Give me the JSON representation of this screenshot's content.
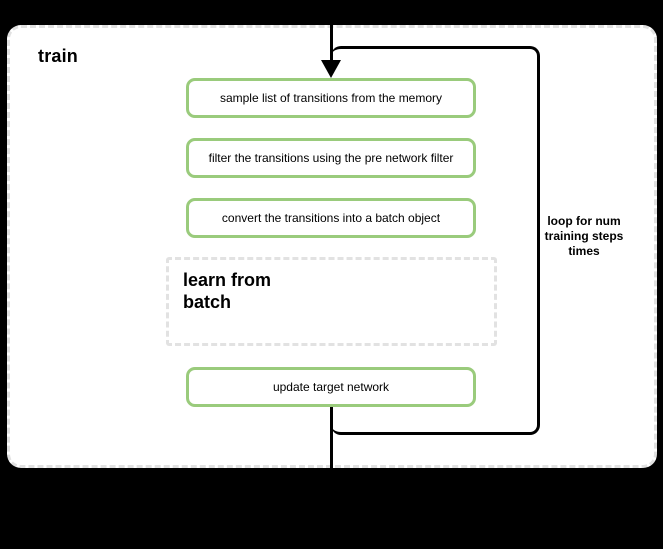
{
  "colors": {
    "background": "#000000",
    "panel_fill": "#ffffff",
    "panel_border": "#e1e1e1",
    "step_border": "#9acb7c",
    "flow_line": "#000000",
    "text": "#000000"
  },
  "panel": {
    "title": "train"
  },
  "steps": [
    {
      "label": "sample list of transitions from the memory"
    },
    {
      "label": "filter the transitions using the pre network filter"
    },
    {
      "label": "convert the transitions into a batch object"
    }
  ],
  "subprocess": {
    "lines": [
      "learn from",
      "batch"
    ]
  },
  "final_step": {
    "label": "update target network"
  },
  "loop": {
    "lines": [
      "loop for num",
      "training steps",
      "times"
    ]
  }
}
